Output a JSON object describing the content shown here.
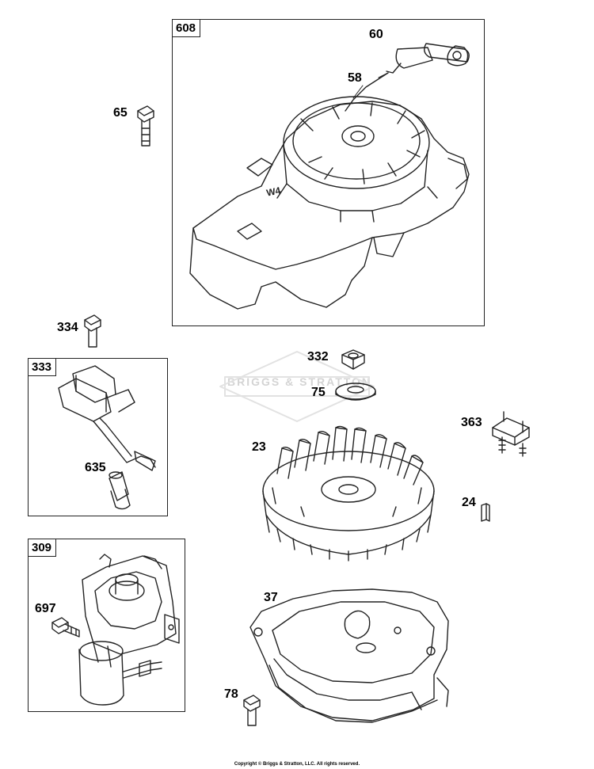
{
  "diagram": {
    "groups": {
      "g608": "608",
      "g333": "333",
      "g309": "309"
    },
    "callouts": {
      "c60": "60",
      "c58": "58",
      "c65": "65",
      "c334": "334",
      "c332": "332",
      "c75": "75",
      "c363": "363",
      "c23": "23",
      "c635": "635",
      "c24": "24",
      "c37": "37",
      "c697": "697",
      "c78": "78"
    },
    "watermark": "BRIGGS & STRATTON",
    "copyright": "Copyright © Briggs & Stratton, LLC. All rights reserved."
  }
}
